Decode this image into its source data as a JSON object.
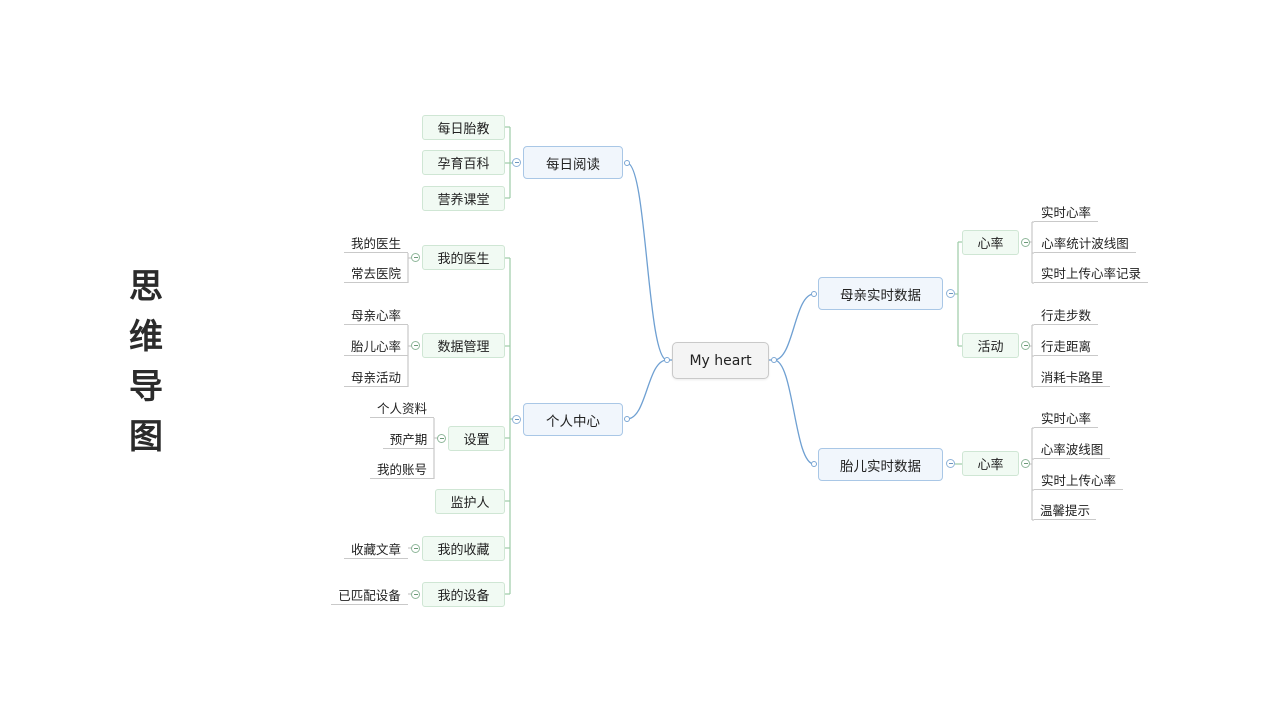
{
  "title": "思维导图",
  "colors": {
    "blue_link": "#6fa0d2",
    "green_link": "#9ccba6",
    "gray_link": "#c7c7c7"
  },
  "root": "My heart",
  "left": {
    "reading": {
      "label": "每日阅读",
      "children": [
        "每日胎教",
        "孕育百科",
        "营养课堂"
      ]
    },
    "center": {
      "label": "个人中心",
      "children": [
        {
          "label": "我的医生",
          "children": [
            "我的医生",
            "常去医院"
          ]
        },
        {
          "label": "数据管理",
          "children": [
            "母亲心率",
            "胎儿心率",
            "母亲活动"
          ]
        },
        {
          "label": "设置",
          "children": [
            "个人资料",
            "预产期",
            "我的账号"
          ]
        },
        {
          "label": "监护人",
          "children": []
        },
        {
          "label": "我的收藏",
          "children": [
            "收藏文章"
          ]
        },
        {
          "label": "我的设备",
          "children": [
            "已匹配设备"
          ]
        }
      ]
    }
  },
  "right": {
    "mother": {
      "label": "母亲实时数据",
      "children": [
        {
          "label": "心率",
          "children": [
            "实时心率",
            "心率统计波线图",
            "实时上传心率记录"
          ]
        },
        {
          "label": "活动",
          "children": [
            "行走步数",
            "行走距离",
            "消耗卡路里"
          ]
        }
      ]
    },
    "fetus": {
      "label": "胎儿实时数据",
      "children": [
        {
          "label": "心率",
          "children": [
            "实时心率",
            "心率波线图",
            "实时上传心率",
            "温馨提示"
          ]
        }
      ]
    }
  }
}
